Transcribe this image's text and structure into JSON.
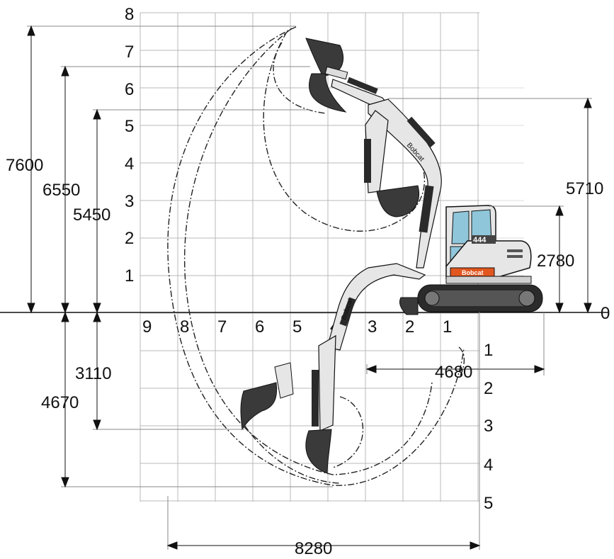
{
  "grid": {
    "height_ticks": [
      "0",
      "1",
      "2",
      "3",
      "4",
      "5",
      "6",
      "7",
      "8"
    ],
    "reach_ticks": [
      "1",
      "2",
      "3",
      "4",
      "5",
      "6",
      "7",
      "8",
      "9"
    ],
    "depth_ticks": [
      "1",
      "2",
      "3",
      "4",
      "5"
    ]
  },
  "dimensions": {
    "max_dump_height": "7600",
    "dump_height_2": "6550",
    "dump_height_3": "5450",
    "cab_top_height": "2780",
    "boom_top_height": "5710",
    "dig_depth_1": "3110",
    "max_dig_depth": "4670",
    "tail_reach": "4680",
    "max_reach": "8280"
  },
  "machine": {
    "model": "444",
    "brand": "Bobcat"
  },
  "colors": {
    "grid": "#b8b8b8",
    "ink": "#111111",
    "machine_body": "#e6e6e6",
    "bucket": "#3a3a3a",
    "track": "#2b2b2b",
    "stripe": "#e2561f",
    "glass": "#8fc6da"
  }
}
